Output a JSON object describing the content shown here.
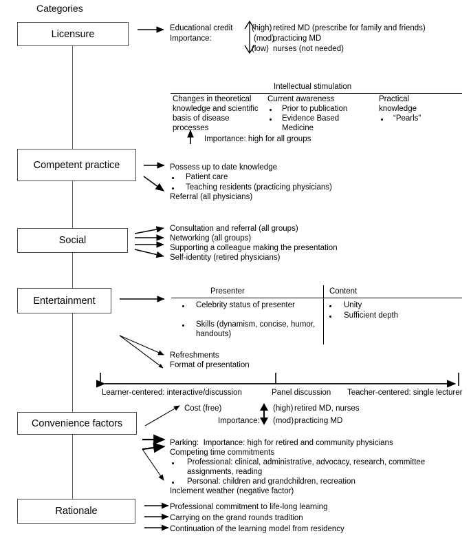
{
  "diagram": {
    "title": "Categories",
    "categories": [
      {
        "id": "licensure",
        "label": "Licensure"
      },
      {
        "id": "competent-practice",
        "label": "Competent practice"
      },
      {
        "id": "social",
        "label": "Social"
      },
      {
        "id": "entertainment",
        "label": "Entertainment"
      },
      {
        "id": "convenience-factors",
        "label": "Convenience factors"
      },
      {
        "id": "rationale",
        "label": "Rationale"
      }
    ],
    "licensure": {
      "line1": "Educational credit",
      "line2": "Importance:",
      "levels": [
        {
          "level": "(high)",
          "text": "retired MD (prescribe for family and friends)"
        },
        {
          "level": "(mod)",
          "text": "practicing MD"
        },
        {
          "level": "(low)",
          "text": "nurses (not needed)"
        }
      ]
    },
    "intellectual_stimulation": {
      "heading": "Intellectual stimulation",
      "columns": [
        {
          "heading": "Changes in theoretical knowledge and scientific basis of disease processes",
          "items": []
        },
        {
          "heading": "Current awareness",
          "items": [
            "Prior to publication",
            "Evidence Based Medicine"
          ]
        },
        {
          "heading": "Practical knowledge",
          "items": [
            "“Pearls”"
          ]
        }
      ],
      "footnote": "Importance: high for all groups"
    },
    "competent_practice": {
      "lead": "Possess up to date knowledge",
      "items": [
        "Patient care",
        "Teaching residents (practicing physicians)"
      ],
      "trailer": "Referral (all physicians)"
    },
    "social": {
      "items": [
        "Consultation and referral (all groups)",
        "Networking (all groups)",
        "Supporting a colleague making the presentation",
        "Self-identity (retired physicians)"
      ]
    },
    "entertainment": {
      "columns": [
        {
          "heading": "Presenter",
          "items": [
            "Celebrity status of presenter",
            "Skills (dynamism, concise, humor, handouts)"
          ]
        },
        {
          "heading": "Content",
          "items": [
            "Unity",
            "Sufficient depth"
          ]
        }
      ],
      "extras": [
        "Refreshments",
        "Format of presentation"
      ],
      "spectrum": {
        "left": "Learner-centered: interactive/discussion",
        "middle": "Panel discussion",
        "right": "Teacher-centered: single lecturer"
      }
    },
    "convenience_factors": {
      "cost": "Cost (free)",
      "importance_label": "Importance:",
      "levels": [
        {
          "level": "(high)",
          "text": "retired MD, nurses"
        },
        {
          "level": "(mod)",
          "text": "practicing MD"
        }
      ],
      "parking": "Parking:  Importance: high for retired and community physicians",
      "competing": "Competing time commitments",
      "items": [
        "Professional: clinical, administrative, advocacy, research, committee assignments, reading",
        "Personal: children and grandchildren, recreation"
      ],
      "trailer": "Inclement weather (negative factor)"
    },
    "rationale": {
      "items": [
        "Professional commitment to life-long learning",
        "Carrying on the grand rounds tradition",
        "Continuation of the learning model from residency"
      ]
    }
  },
  "colors": {
    "box_border": "#4c4c4c",
    "line": "#000000",
    "spine": "#595959",
    "text": "#000000",
    "background": "#ffffff"
  }
}
